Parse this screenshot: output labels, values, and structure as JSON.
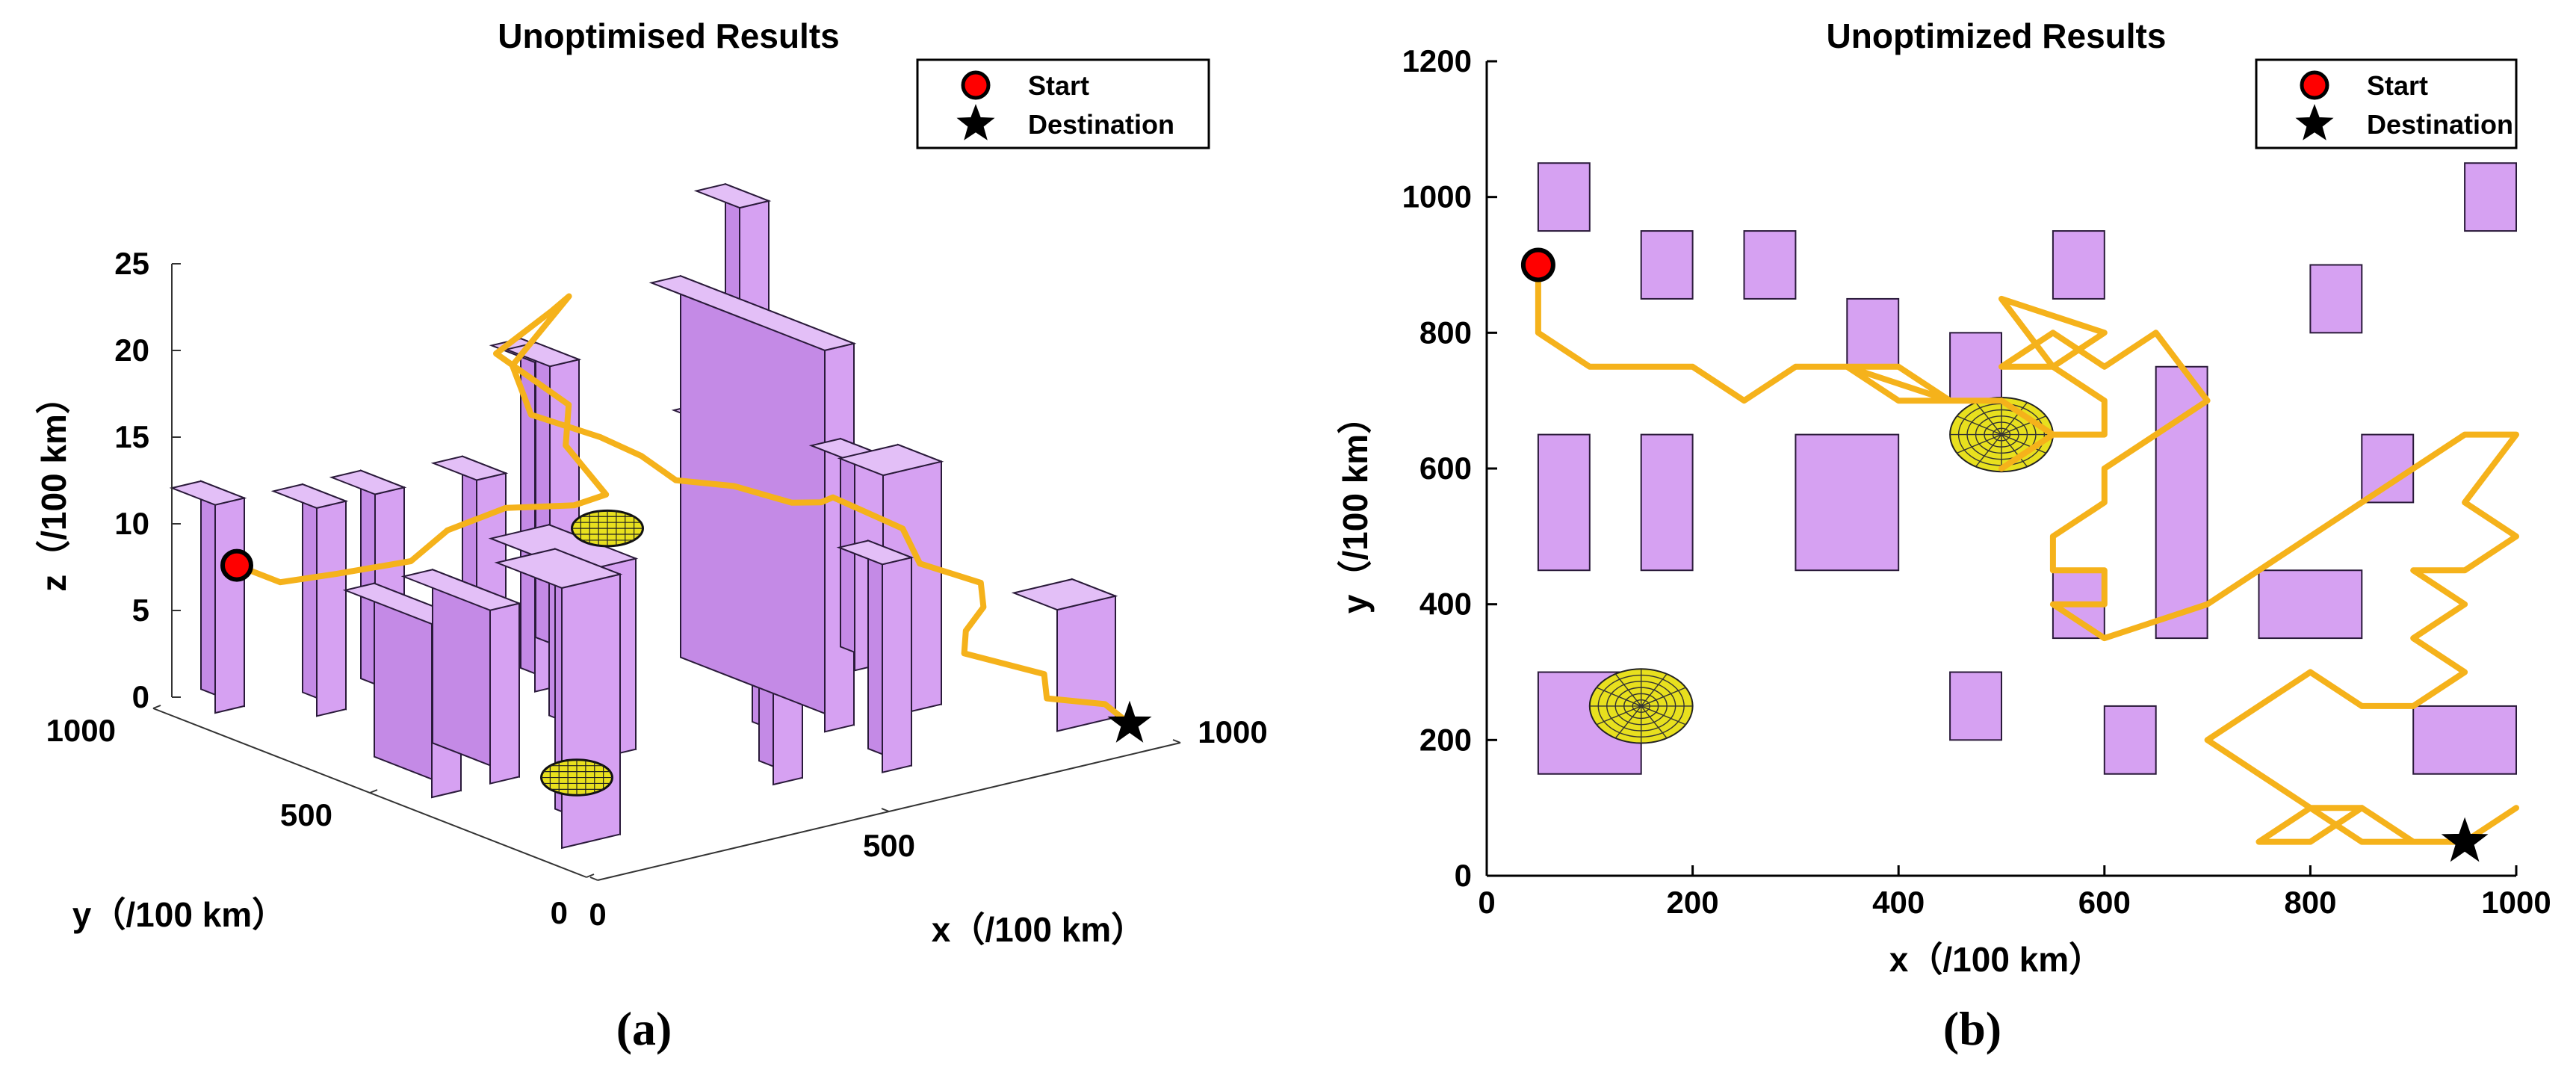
{
  "colors": {
    "path": "#F5B21B",
    "building_face": "#D6A1F2",
    "building_top": "#E3BFF7",
    "building_side": "#C48AE6",
    "building_edge": "#2A1A3A",
    "threat": "#E8E01E",
    "start": "#FF0000",
    "destination": "#000000"
  },
  "chart_data": [
    {
      "id": "a",
      "type": "line",
      "projection": "3d",
      "title": "Unoptimised Results",
      "panel_label": "(a)",
      "xlabel": "x（/100 km）",
      "ylabel": "y（/100 km）",
      "zlabel": "z（/100 km）",
      "xlim": [
        0,
        1000
      ],
      "ylim": [
        0,
        1000
      ],
      "zlim": [
        0,
        25
      ],
      "xticks": [
        0,
        500,
        1000
      ],
      "yticks": [
        0,
        500,
        1000
      ],
      "zticks": [
        0,
        5,
        10,
        15,
        20,
        25
      ],
      "grid": false,
      "legend": {
        "position": "top-right",
        "entries": [
          "Start",
          "Destination"
        ]
      },
      "obstacles": [
        {
          "x": [
            50,
            100
          ],
          "y": [
            950,
            1050
          ],
          "h": 12
        },
        {
          "x": [
            150,
            200
          ],
          "y": [
            850,
            950
          ],
          "h": 12
        },
        {
          "x": [
            250,
            300
          ],
          "y": [
            850,
            950
          ],
          "h": 12
        },
        {
          "x": [
            50,
            100
          ],
          "y": [
            450,
            650
          ],
          "h": 10
        },
        {
          "x": [
            150,
            200
          ],
          "y": [
            450,
            650
          ],
          "h": 10
        },
        {
          "x": [
            300,
            400
          ],
          "y": [
            450,
            650
          ],
          "h": 11
        },
        {
          "x": [
            350,
            400
          ],
          "y": [
            750,
            850
          ],
          "h": 13
        },
        {
          "x": [
            450,
            500
          ],
          "y": [
            750,
            850
          ],
          "h": 19
        },
        {
          "x": [
            550,
            600
          ],
          "y": [
            850,
            950
          ],
          "h": 17
        },
        {
          "x": [
            50,
            150
          ],
          "y": [
            150,
            300
          ],
          "h": 15
        },
        {
          "x": [
            450,
            500
          ],
          "y": [
            200,
            300
          ],
          "h": 12
        },
        {
          "x": [
            600,
            650
          ],
          "y": [
            150,
            250
          ],
          "h": 12
        },
        {
          "x": [
            550,
            600
          ],
          "y": [
            350,
            450
          ],
          "h": 12
        },
        {
          "x": [
            650,
            700
          ],
          "y": [
            350,
            750
          ],
          "h": 22
        },
        {
          "x": [
            750,
            850
          ],
          "y": [
            350,
            450
          ],
          "h": 14
        },
        {
          "x": [
            800,
            850
          ],
          "y": [
            800,
            900
          ],
          "h": 12
        },
        {
          "x": [
            850,
            900
          ],
          "y": [
            550,
            650
          ],
          "h": 12
        },
        {
          "x": [
            900,
            1000
          ],
          "y": [
            150,
            250
          ],
          "h": 7
        },
        {
          "x": [
            950,
            1000
          ],
          "y": [
            950,
            1050
          ],
          "h": 22
        }
      ],
      "threats": [
        {
          "x": 150,
          "y": 250,
          "z": 2.3,
          "r": 50
        },
        {
          "x": 500,
          "y": 650,
          "z": 10,
          "r": 50
        }
      ],
      "start": {
        "x": 50,
        "y": 900,
        "z": 9
      },
      "destination": {
        "x": 950,
        "y": 50,
        "z": 1
      },
      "path": [
        [
          50,
          900,
          9
        ],
        [
          50,
          800,
          9
        ],
        [
          110,
          750,
          9.5
        ],
        [
          200,
          700,
          10
        ],
        [
          300,
          750,
          10.5
        ],
        [
          400,
          750,
          11
        ],
        [
          480,
          700,
          11
        ],
        [
          520,
          680,
          11.5
        ],
        [
          540,
          800,
          13
        ],
        [
          560,
          820,
          15
        ],
        [
          480,
          880,
          18
        ],
        [
          560,
          860,
          20
        ],
        [
          620,
          900,
          20
        ],
        [
          560,
          950,
          16
        ],
        [
          540,
          880,
          14
        ],
        [
          600,
          800,
          13
        ],
        [
          640,
          760,
          12
        ],
        [
          610,
          640,
          12
        ],
        [
          680,
          600,
          11.5
        ],
        [
          720,
          520,
          11
        ],
        [
          800,
          560,
          10
        ],
        [
          850,
          600,
          9.5
        ],
        [
          910,
          520,
          8
        ],
        [
          880,
          440,
          7
        ],
        [
          940,
          380,
          6
        ],
        [
          900,
          320,
          5.5
        ],
        [
          840,
          280,
          5
        ],
        [
          800,
          230,
          4.5
        ],
        [
          900,
          180,
          3
        ],
        [
          860,
          120,
          2.5
        ],
        [
          930,
          80,
          2
        ],
        [
          950,
          50,
          1
        ]
      ]
    },
    {
      "id": "b",
      "type": "line",
      "projection": "2d",
      "title": "Unoptimized Results",
      "panel_label": "(b)",
      "xlabel": "x（/100 km）",
      "ylabel": "y（/100 km）",
      "xlim": [
        0,
        1000
      ],
      "ylim": [
        0,
        1200
      ],
      "xticks": [
        0,
        200,
        400,
        600,
        800,
        1000
      ],
      "yticks": [
        0,
        200,
        400,
        600,
        800,
        1000,
        1200
      ],
      "grid": false,
      "legend": {
        "position": "top-right",
        "entries": [
          "Start",
          "Destination"
        ]
      },
      "obstacles": [
        {
          "x": [
            50,
            100
          ],
          "y": [
            950,
            1050
          ]
        },
        {
          "x": [
            150,
            200
          ],
          "y": [
            850,
            950
          ]
        },
        {
          "x": [
            250,
            300
          ],
          "y": [
            850,
            950
          ]
        },
        {
          "x": [
            350,
            400
          ],
          "y": [
            750,
            850
          ]
        },
        {
          "x": [
            450,
            500
          ],
          "y": [
            700,
            800
          ]
        },
        {
          "x": [
            550,
            600
          ],
          "y": [
            850,
            950
          ]
        },
        {
          "x": [
            800,
            850
          ],
          "y": [
            800,
            900
          ]
        },
        {
          "x": [
            950,
            1000
          ],
          "y": [
            950,
            1050
          ]
        },
        {
          "x": [
            50,
            100
          ],
          "y": [
            450,
            650
          ]
        },
        {
          "x": [
            150,
            200
          ],
          "y": [
            450,
            650
          ]
        },
        {
          "x": [
            300,
            400
          ],
          "y": [
            450,
            650
          ]
        },
        {
          "x": [
            850,
            900
          ],
          "y": [
            550,
            650
          ]
        },
        {
          "x": [
            550,
            600
          ],
          "y": [
            350,
            450
          ]
        },
        {
          "x": [
            650,
            700
          ],
          "y": [
            350,
            750
          ]
        },
        {
          "x": [
            750,
            850
          ],
          "y": [
            350,
            450
          ]
        },
        {
          "x": [
            50,
            150
          ],
          "y": [
            150,
            300
          ]
        },
        {
          "x": [
            450,
            500
          ],
          "y": [
            200,
            300
          ]
        },
        {
          "x": [
            600,
            650
          ],
          "y": [
            150,
            250
          ]
        },
        {
          "x": [
            900,
            1000
          ],
          "y": [
            150,
            250
          ]
        }
      ],
      "threats": [
        {
          "x": 150,
          "y": 250,
          "r": 50
        },
        {
          "x": 500,
          "y": 650,
          "r": 50
        }
      ],
      "start": {
        "x": 50,
        "y": 900
      },
      "destination": {
        "x": 950,
        "y": 50
      },
      "path": [
        [
          50,
          900
        ],
        [
          50,
          800
        ],
        [
          100,
          750
        ],
        [
          200,
          750
        ],
        [
          250,
          700
        ],
        [
          300,
          750
        ],
        [
          400,
          750
        ],
        [
          450,
          700
        ],
        [
          350,
          750
        ],
        [
          400,
          700
        ],
        [
          450,
          700
        ],
        [
          500,
          700
        ],
        [
          550,
          650
        ],
        [
          500,
          600
        ],
        [
          550,
          650
        ],
        [
          600,
          650
        ],
        [
          600,
          700
        ],
        [
          550,
          750
        ],
        [
          500,
          850
        ],
        [
          600,
          800
        ],
        [
          550,
          750
        ],
        [
          500,
          750
        ],
        [
          550,
          800
        ],
        [
          600,
          750
        ],
        [
          650,
          800
        ],
        [
          700,
          700
        ],
        [
          650,
          650
        ],
        [
          600,
          600
        ],
        [
          600,
          550
        ],
        [
          550,
          500
        ],
        [
          550,
          450
        ],
        [
          600,
          450
        ],
        [
          600,
          400
        ],
        [
          550,
          400
        ],
        [
          600,
          350
        ],
        [
          700,
          400
        ],
        [
          750,
          450
        ],
        [
          800,
          500
        ],
        [
          850,
          550
        ],
        [
          900,
          600
        ],
        [
          950,
          650
        ],
        [
          1000,
          650
        ],
        [
          950,
          550
        ],
        [
          1000,
          500
        ],
        [
          950,
          450
        ],
        [
          900,
          450
        ],
        [
          950,
          400
        ],
        [
          900,
          350
        ],
        [
          950,
          300
        ],
        [
          900,
          250
        ],
        [
          850,
          250
        ],
        [
          800,
          300
        ],
        [
          750,
          250
        ],
        [
          700,
          200
        ],
        [
          750,
          150
        ],
        [
          800,
          100
        ],
        [
          850,
          100
        ],
        [
          900,
          50
        ],
        [
          950,
          50
        ],
        [
          1000,
          100
        ],
        [
          950,
          50
        ],
        [
          850,
          50
        ],
        [
          800,
          100
        ],
        [
          750,
          50
        ],
        [
          800,
          50
        ],
        [
          850,
          100
        ],
        [
          900,
          50
        ],
        [
          950,
          50
        ]
      ]
    }
  ]
}
